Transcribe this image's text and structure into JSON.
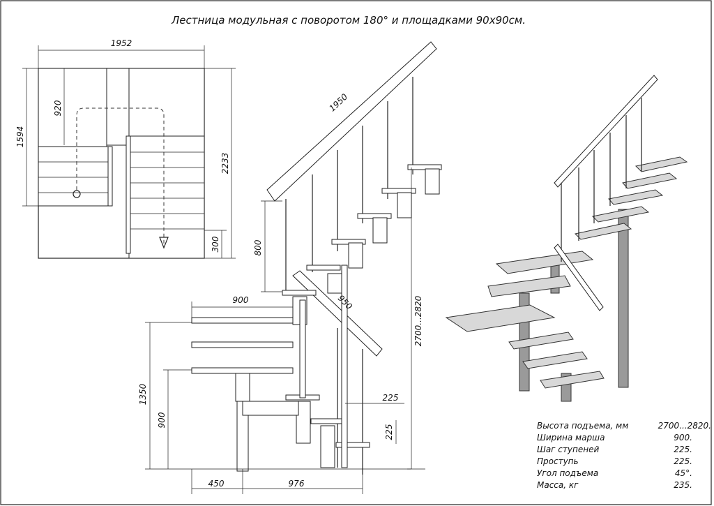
{
  "title": "Лестница модульная с поворотом 180° и площадками 90x90см.",
  "plan_dims": {
    "width": "1952",
    "depth": "1594",
    "landing": "920",
    "length": "2233",
    "offset": "300"
  },
  "side_dims": {
    "rail_upper": "1950",
    "rail_height": "800",
    "landing_width": "900",
    "rail_lower": "950",
    "height_range": "2700...2820",
    "landing_height": "1350",
    "lower_height": "900",
    "step_a": "225",
    "step_b": "225",
    "base_left": "450",
    "base_right": "976"
  },
  "specs": [
    {
      "label": "Высота подъема, мм",
      "value": "2700...2820."
    },
    {
      "label": "Ширина марша",
      "value": "900."
    },
    {
      "label": "Шаг ступеней",
      "value": "225."
    },
    {
      "label": "Проступь",
      "value": "225."
    },
    {
      "label": "Угол подъема",
      "value": "45°."
    },
    {
      "label": "Масса, кг",
      "value": "235."
    }
  ]
}
